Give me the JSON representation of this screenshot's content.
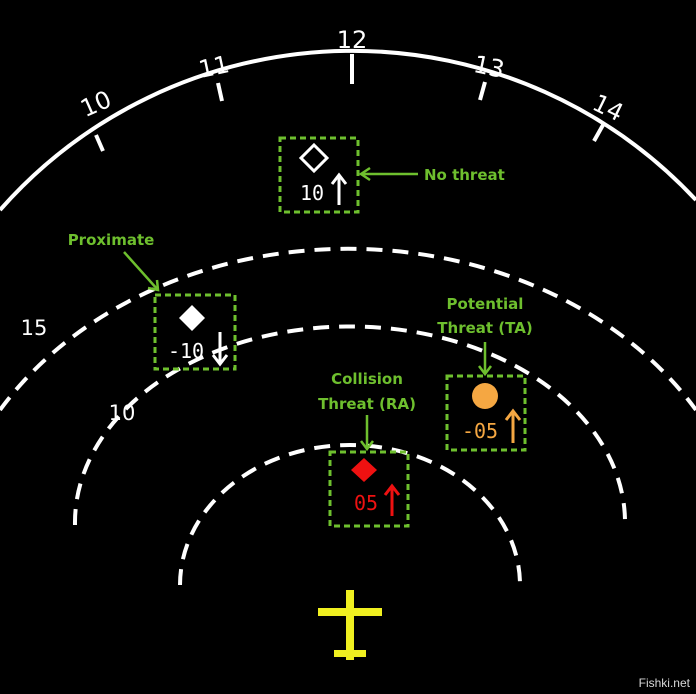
{
  "compass": {
    "heading_labels": [
      "10",
      "11",
      "12",
      "13",
      "14"
    ]
  },
  "range_rings": {
    "outer_label": "15",
    "inner_label": "10"
  },
  "targets": {
    "no_threat": {
      "altitude": "10",
      "trend": "up",
      "callout": "No threat",
      "color": "#ffffff"
    },
    "proximate": {
      "altitude": "-10",
      "trend": "down",
      "callout": "Proximate",
      "color": "#ffffff"
    },
    "traffic_advisory": {
      "altitude": "-05",
      "trend": "up",
      "callout_line1": "Potential",
      "callout_line2": "Threat (TA)",
      "color": "#f5a742"
    },
    "resolution_advisory": {
      "altitude": "05",
      "trend": "up",
      "callout_line1": "Collision",
      "callout_line2": "Threat (RA)",
      "color": "#ee1111"
    }
  },
  "colors": {
    "background": "#000000",
    "rings": "#ffffff",
    "callout": "#6ebf2e",
    "own_aircraft": "#f0f020"
  },
  "watermark": "Fishki.net"
}
